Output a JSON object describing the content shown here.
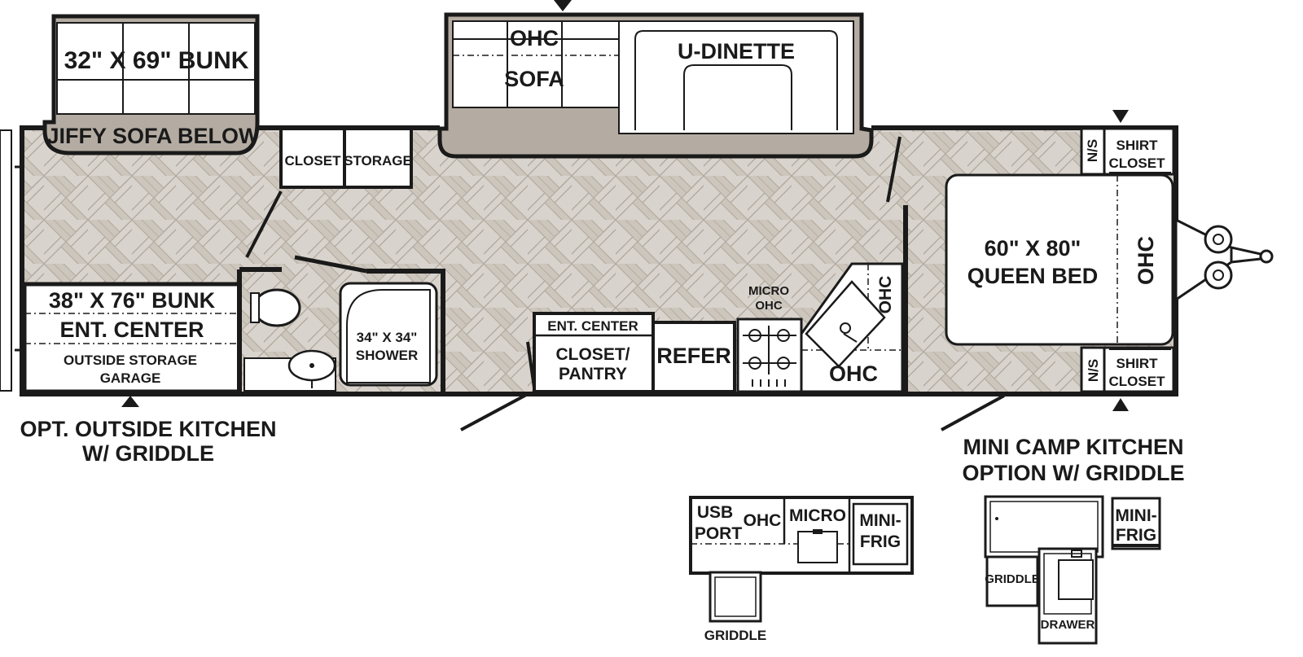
{
  "labels": {
    "bunk_top": "32\" X 69\" BUNK",
    "jiffy_sofa": "JIFFY SOFA BELOW",
    "ohc_sofa": "OHC",
    "sofa": "SOFA",
    "u_dinette": "U-DINETTE",
    "closet": "CLOSET",
    "storage": "STORAGE",
    "ns_top": "N/S",
    "shirt_closet_top_1": "SHIRT",
    "shirt_closet_top_2": "CLOSET",
    "queen_bed_1": "60\" X 80\"",
    "queen_bed_2": "QUEEN BED",
    "ohc_bed": "OHC",
    "ns_bottom": "N/S",
    "shirt_closet_bottom_1": "SHIRT",
    "shirt_closet_bottom_2": "CLOSET",
    "bunk_rear": "38\" X 76\" BUNK",
    "ent_center_rear": "ENT. CENTER",
    "outside_storage_1": "OUTSIDE STORAGE",
    "outside_storage_2": "GARAGE",
    "shower_1": "34\" X 34\"",
    "shower_2": "SHOWER",
    "ent_center_kitchen": "ENT. CENTER",
    "closet_pantry_1": "CLOSET/",
    "closet_pantry_2": "PANTRY",
    "refer": "REFER",
    "micro_ohc_1": "MICRO",
    "micro_ohc_2": "OHC",
    "ohc_kitchen_side": "OHC",
    "ohc_kitchen_bottom": "OHC",
    "opt_outside_kitchen_1": "OPT. OUTSIDE KITCHEN",
    "opt_outside_kitchen_2": "W/ GRIDDLE",
    "mini_camp_1": "MINI CAMP KITCHEN",
    "mini_camp_2": "OPTION W/ GRIDDLE"
  },
  "outside_kitchen": {
    "usb_1": "USB",
    "usb_2": "PORT",
    "ohc": "OHC",
    "micro": "MICRO",
    "mini_frig_1": "MINI-",
    "mini_frig_2": "FRIG",
    "griddle": "GRIDDLE"
  },
  "camp_kitchen": {
    "mini_frig_1": "MINI-",
    "mini_frig_2": "FRIG",
    "griddle": "GRIDDLE",
    "drawer": "DRAWER"
  },
  "colors": {
    "floor_light": "#d7d2cb",
    "floor_dark": "#b7afa5",
    "slide_gray": "#b4aca2",
    "wall": "#1a1a1a"
  }
}
